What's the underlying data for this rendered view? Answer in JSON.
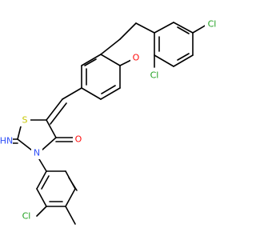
{
  "colors": {
    "background": "#ffffff",
    "bond": "#000000",
    "O": "#ff0d0d",
    "N": "#3050f8",
    "S": "#c6c600",
    "Cl": "#1fa01f"
  },
  "atoms": {
    "o_ether": "O",
    "cl_top": "Cl",
    "cl_ortho": "Cl",
    "s_ring": "S",
    "o_carbonyl": "O",
    "n_imine": "HN",
    "n_ring": "N",
    "cl_bottom": "Cl"
  }
}
